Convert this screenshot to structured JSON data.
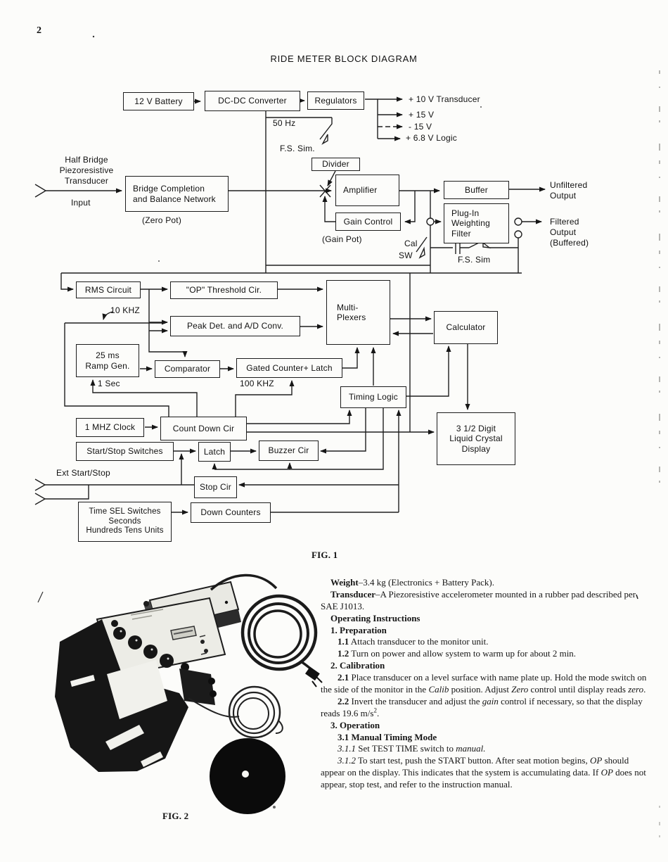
{
  "page": {
    "number": "2",
    "title": "RIDE METER BLOCK DIAGRAM",
    "fig1_caption": "FIG. 1",
    "fig2_caption": "FIG. 2"
  },
  "diagram": {
    "boxes": {
      "battery": "12 V Battery",
      "dcdc": "DC-DC Converter",
      "regulators": "Regulators",
      "divider": "Divider",
      "bridge": "Bridge Completion\nand Balance Network",
      "amplifier": "Amplifier",
      "gain_control": "Gain Control",
      "buffer": "Buffer",
      "filter": "Plug-In\nWeighting\nFilter",
      "rms": "RMS Circuit",
      "op_threshold": "\"OP\" Threshold Cir.",
      "multiplexers": "Multi-\nPlexers",
      "calculator": "Calculator",
      "peak_det": "Peak Det. and A/D Conv.",
      "ramp_gen": "25 ms\nRamp Gen.",
      "comparator": "Comparator",
      "gated_counter": "Gated Counter+ Latch",
      "timing_logic": "Timing Logic",
      "clock_1mhz": "1 MHZ Clock",
      "count_down": "Count Down Cir",
      "lcd": "3 1/2 Digit\nLiquid Crystal\nDisplay",
      "start_stop": "Start/Stop Switches",
      "latch": "Latch",
      "buzzer": "Buzzer Cir",
      "stop_cir": "Stop Cir",
      "time_sel": "Time SEL Switches\nSeconds\nHundreds Tens Units",
      "down_counters": "Down Counters"
    },
    "labels": {
      "hz_50": "50 Hz",
      "fs_sim_top": "F.S. Sim.",
      "out_10v": "+ 10 V Transducer",
      "out_p15": "+ 15 V",
      "out_m15": "- 15 V",
      "out_68": "+ 6.8 V Logic",
      "input_lines": "Half Bridge\nPiezoresistive\nTransducer",
      "input_word": "Input",
      "zero_pot": "(Zero Pot)",
      "gain_pot": "(Gain Pot)",
      "cal": "Cal",
      "sw": "SW",
      "unfiltered": "Unfiltered\nOutput",
      "filtered": "Filtered\nOutput\n(Buffered)",
      "fs_sim_bottom": "F.S. Sim",
      "khz_10": "10 KHZ",
      "sec_1": "1 Sec",
      "khz_100": "100 KHZ",
      "ext": "Ext  Start/Stop"
    }
  },
  "instructions": {
    "paragraphs": [
      {
        "indent": 1,
        "runs": [
          {
            "s": "b",
            "t": "Weight"
          },
          {
            "t": "–3.4 kg (Electronics + Battery Pack)."
          }
        ]
      },
      {
        "indent": 1,
        "runs": [
          {
            "s": "b",
            "t": "Transducer"
          },
          {
            "t": "–A Piezoresistive accelerometer mounted in a rubber pad described per SAE J1013."
          }
        ]
      },
      {
        "indent": 1,
        "runs": [
          {
            "s": "b",
            "t": "Operating Instructions"
          }
        ]
      },
      {
        "indent": 1,
        "runs": [
          {
            "s": "b",
            "t": "1. Preparation"
          }
        ]
      },
      {
        "indent": 2,
        "runs": [
          {
            "s": "b",
            "t": "1.1"
          },
          {
            "t": " Attach transducer to the monitor unit."
          }
        ]
      },
      {
        "indent": 2,
        "runs": [
          {
            "s": "b",
            "t": "1.2"
          },
          {
            "t": " Turn on power and allow system to warm up for about 2 min."
          }
        ]
      },
      {
        "indent": 1,
        "runs": [
          {
            "s": "b",
            "t": "2. Calibration"
          }
        ]
      },
      {
        "indent": 2,
        "runs": [
          {
            "s": "b",
            "t": "2.1"
          },
          {
            "t": " Place transducer on a level surface with name plate up.  Hold the mode switch on the side of the monitor in the "
          },
          {
            "s": "it",
            "t": "Calib"
          },
          {
            "t": " position.  Adjust "
          },
          {
            "s": "it",
            "t": "Zero"
          },
          {
            "t": " control until display reads "
          },
          {
            "s": "it",
            "t": "zero"
          },
          {
            "t": "."
          }
        ]
      },
      {
        "indent": 2,
        "runs": [
          {
            "s": "b",
            "t": "2.2"
          },
          {
            "t": " Invert the transducer and adjust the "
          },
          {
            "s": "it",
            "t": "gain"
          },
          {
            "t": " control if necessary, so that the display reads 19.6 m/s"
          },
          {
            "s": "sup",
            "t": "2"
          },
          {
            "t": "."
          }
        ]
      },
      {
        "indent": 1,
        "runs": [
          {
            "s": "b",
            "t": "3. Operation"
          }
        ]
      },
      {
        "indent": 2,
        "runs": [
          {
            "s": "b",
            "t": "3.1 Manual Timing Mode"
          }
        ]
      },
      {
        "indent": 2,
        "runs": [
          {
            "s": "it",
            "t": "3.1.1"
          },
          {
            "t": " Set TEST TIME switch to "
          },
          {
            "s": "it",
            "t": "manual."
          }
        ]
      },
      {
        "indent": 2,
        "runs": [
          {
            "s": "it",
            "t": "3.1.2"
          },
          {
            "t": " To start test, push the START button.  After seat motion begins, "
          },
          {
            "s": "it",
            "t": "OP"
          },
          {
            "t": " should appear on the display.  This indicates that the system is accumulating data.  If "
          },
          {
            "s": "it",
            "t": "OP"
          },
          {
            "t": " does not appear, stop test, and refer to the instruction manual."
          }
        ]
      }
    ]
  }
}
